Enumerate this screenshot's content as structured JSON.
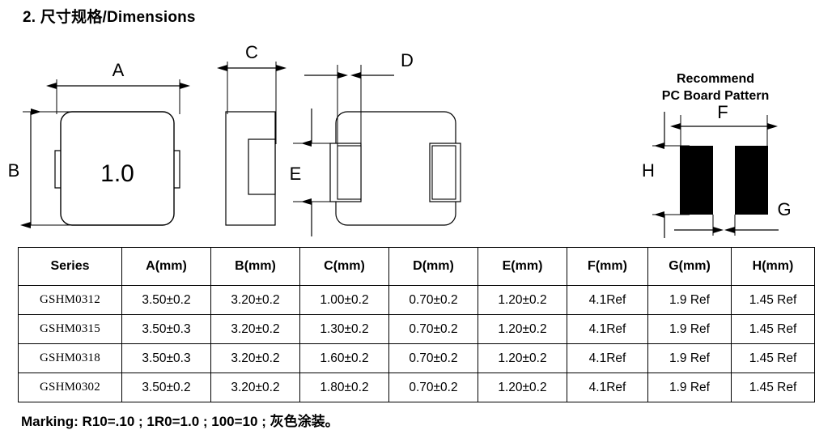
{
  "heading": {
    "number": "2.",
    "text": "尺寸规格/Dimensions",
    "full": "2.  尺寸规格/Dimensions"
  },
  "drawings": {
    "top_view": {
      "name": "top-view",
      "part_marking": "1.0",
      "dimension_labels": {
        "width": "A",
        "height": "B"
      }
    },
    "side_view": {
      "name": "side-view",
      "dimension_labels": {
        "width": "C"
      }
    },
    "bottom_view": {
      "name": "bottom-view",
      "dimension_labels": {
        "pad_offset": "D",
        "pad_height": "E"
      }
    },
    "pcb_pattern": {
      "name": "recommend-pc-board-pattern",
      "title_line1": "Recommend",
      "title_line2": "PC Board Pattern",
      "dimension_labels": {
        "span": "F",
        "gap": "G",
        "pad_height": "H"
      },
      "pad_color": "#000000"
    }
  },
  "table": {
    "headers": [
      "Series",
      "A(mm)",
      "B(mm)",
      "C(mm)",
      "D(mm)",
      "E(mm)",
      "F(mm)",
      "G(mm)",
      "H(mm)"
    ],
    "rows": [
      {
        "series": "GSHM0312",
        "a": "3.50±0.2",
        "b": "3.20±0.2",
        "c": "1.00±0.2",
        "d": "0.70±0.2",
        "e": "1.20±0.2",
        "f": "4.1Ref",
        "g": "1.9 Ref",
        "h": "1.45 Ref"
      },
      {
        "series": "GSHM0315",
        "a": "3.50±0.3",
        "b": "3.20±0.2",
        "c": "1.30±0.2",
        "d": "0.70±0.2",
        "e": "1.20±0.2",
        "f": "4.1Ref",
        "g": "1.9 Ref",
        "h": "1.45 Ref"
      },
      {
        "series": "GSHM0318",
        "a": "3.50±0.3",
        "b": "3.20±0.2",
        "c": "1.60±0.2",
        "d": "0.70±0.2",
        "e": "1.20±0.2",
        "f": "4.1Ref",
        "g": "1.9 Ref",
        "h": "1.45 Ref"
      },
      {
        "series": "GSHM0302",
        "a": "3.50±0.2",
        "b": "3.20±0.2",
        "c": "1.80±0.2",
        "d": "0.70±0.2",
        "e": "1.20±0.2",
        "f": "4.1Ref",
        "g": "1.9 Ref",
        "h": "1.45 Ref"
      }
    ]
  },
  "marking": {
    "text": "Marking: R10=.10 ; 1R0=1.0 ; 100=10 ; 灰色涂装。"
  }
}
